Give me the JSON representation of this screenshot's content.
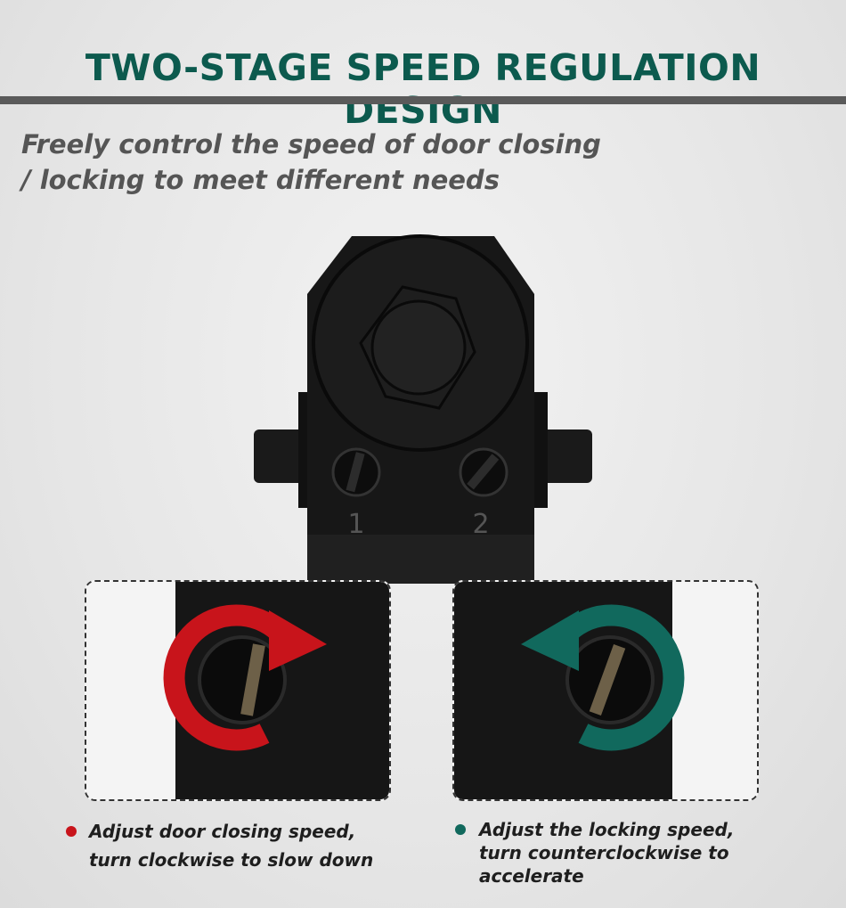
{
  "header": {
    "title": "TWO-STAGE SPEED REGULATION DESIGN"
  },
  "subtitle": {
    "line1": "Freely control the speed of door closing",
    "line2": "/ locking to meet different needs"
  },
  "device": {
    "valve1_label": "1",
    "valve2_label": "2"
  },
  "callouts": [
    {
      "line1": "Adjust door closing speed,",
      "line2": "turn clockwise to slow down",
      "color": "#c8141b",
      "direction": "clockwise"
    },
    {
      "line1": "Adjust the locking speed,",
      "line2": "turn counterclockwise to",
      "line3": "accelerate",
      "color": "#11695d",
      "direction": "counterclockwise"
    }
  ],
  "colors": {
    "title": "#0c5a4e",
    "red": "#c8141b",
    "teal": "#11695d"
  }
}
